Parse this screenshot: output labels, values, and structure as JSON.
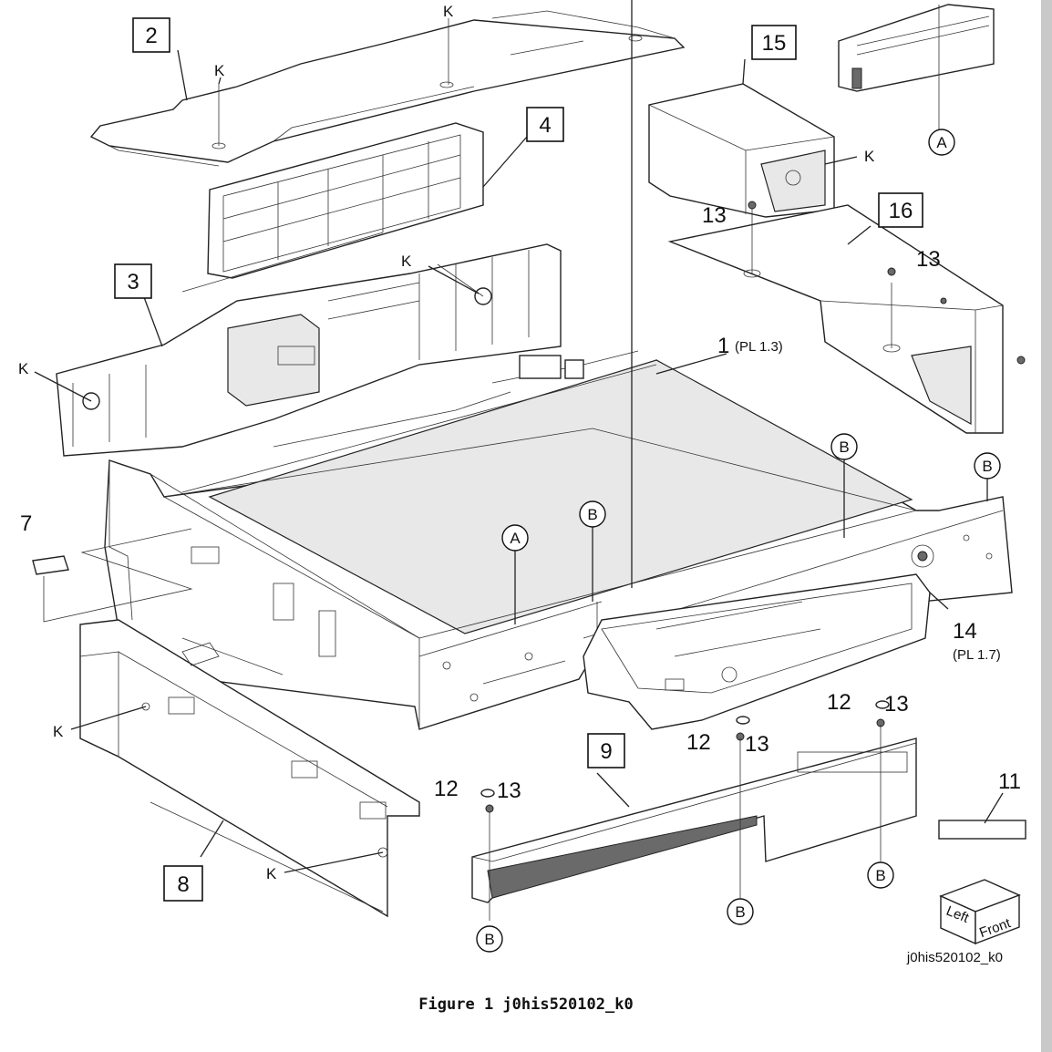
{
  "callouts": {
    "p1": "1",
    "p1ref": "(PL 1.3)",
    "p2": "2",
    "p3": "3",
    "p4": "4",
    "p7": "7",
    "p8": "8",
    "p9": "9",
    "p11": "11",
    "p12a": "12",
    "p12b": "12",
    "p12c": "12",
    "p13a": "13",
    "p13b": "13",
    "p13c": "13",
    "p13d": "13",
    "p13e": "13",
    "p14": "14",
    "p14ref": "(PL 1.7)",
    "p15": "15",
    "p16": "16"
  },
  "markers": {
    "k1": "K",
    "k2": "K",
    "k3": "K",
    "k4": "K",
    "k5": "K",
    "k6": "K",
    "k7": "K",
    "a1": "A",
    "a2": "A",
    "b1": "B",
    "b2": "B",
    "b3": "B",
    "b4": "B",
    "b5": "B",
    "b6": "B"
  },
  "orientation": {
    "left": "Left",
    "front": "Front"
  },
  "figure_id": "j0his520102_k0",
  "caption": "Figure 1 j0his520102_k0"
}
